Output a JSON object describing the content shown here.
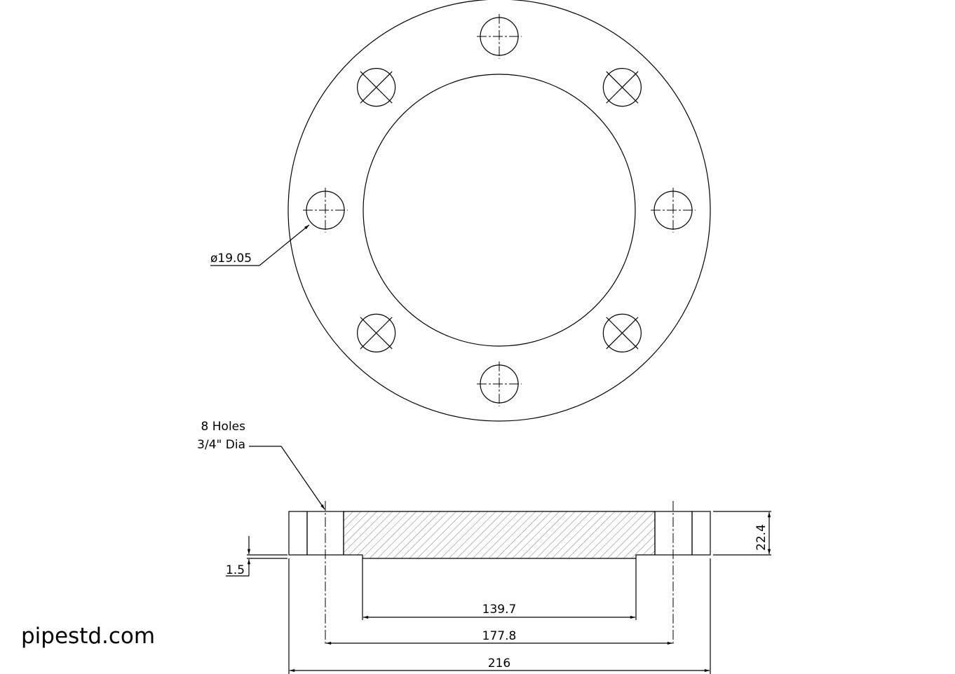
{
  "watermark": "pipestd.com",
  "front_view": {
    "bolt_holes": 8,
    "hole_callout": "ø19.05"
  },
  "side_view": {
    "note_line1": "8 Holes",
    "note_line2": "3/4\" Dia",
    "dim_raised_face_height": "1.5",
    "dim_thickness": "22.4",
    "dim_raised_face_dia": "139.7",
    "dim_bolt_circle": "177.8",
    "dim_outer_dia": "216"
  },
  "colors": {
    "line": "#000000",
    "background": "#ffffff"
  }
}
